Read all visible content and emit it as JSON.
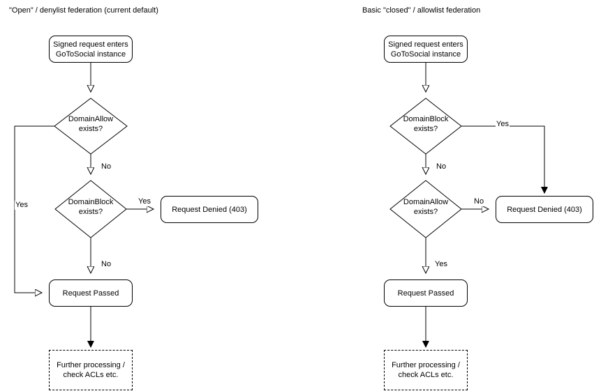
{
  "diagram": {
    "type": "flowchart",
    "title_left": "\"Open\" / denylist federation (current default)",
    "title_right": "Basic \"closed\" / allowlist federation",
    "panels": [
      {
        "id": "denylist",
        "title": "\"Open\" / denylist federation (current default)",
        "nodes": {
          "start": "Signed request enters\nGoToSocial instance",
          "decision1": "DomainAllow\nexists?",
          "decision2": "DomainBlock\nexists?",
          "denied": "Request Denied (403)",
          "passed": "Request Passed",
          "further": "Further processing /\ncheck ACLs etc."
        },
        "edge_labels": {
          "allow_yes": "Yes",
          "allow_no": "No",
          "block_yes": "Yes",
          "block_no": "No"
        }
      },
      {
        "id": "allowlist",
        "title": "Basic \"closed\" / allowlist federation",
        "nodes": {
          "start": "Signed request enters\nGoToSocial instance",
          "decision1": "DomainBlock\nexists?",
          "decision2": "DomainAllow\nexists?",
          "denied": "Request Denied (403)",
          "passed": "Request Passed",
          "further": "Further processing /\ncheck ACLs etc."
        },
        "edge_labels": {
          "block_yes": "Yes",
          "block_no": "No",
          "allow_no": "No",
          "allow_yes": "Yes"
        }
      }
    ],
    "colors": {
      "stroke": "#000000",
      "fill": "#ffffff",
      "text": "#000000"
    }
  }
}
